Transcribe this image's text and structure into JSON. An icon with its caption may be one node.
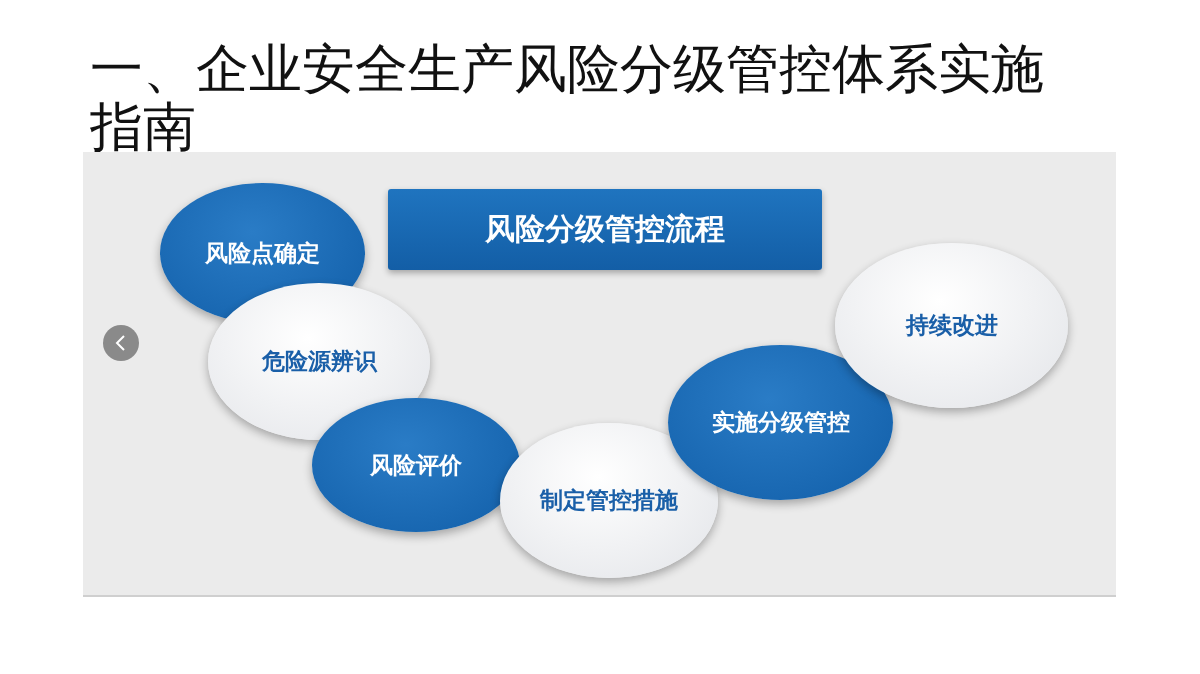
{
  "diagram": {
    "title": "一、企业安全生产风险分级管控体系实施指南",
    "nodes": [
      {
        "text": [
          "风险分级管控流程"
        ]
      },
      {
        "text": [
          "风险点确定"
        ]
      },
      {
        "text": [
          "危险源辨识"
        ]
      },
      {
        "text": [
          "风险评价"
        ]
      },
      {
        "text": [
          "制定管控措施"
        ]
      },
      {
        "text": [
          "实施分级管控"
        ]
      },
      {
        "text": [
          "持续改进"
        ]
      }
    ]
  }
}
